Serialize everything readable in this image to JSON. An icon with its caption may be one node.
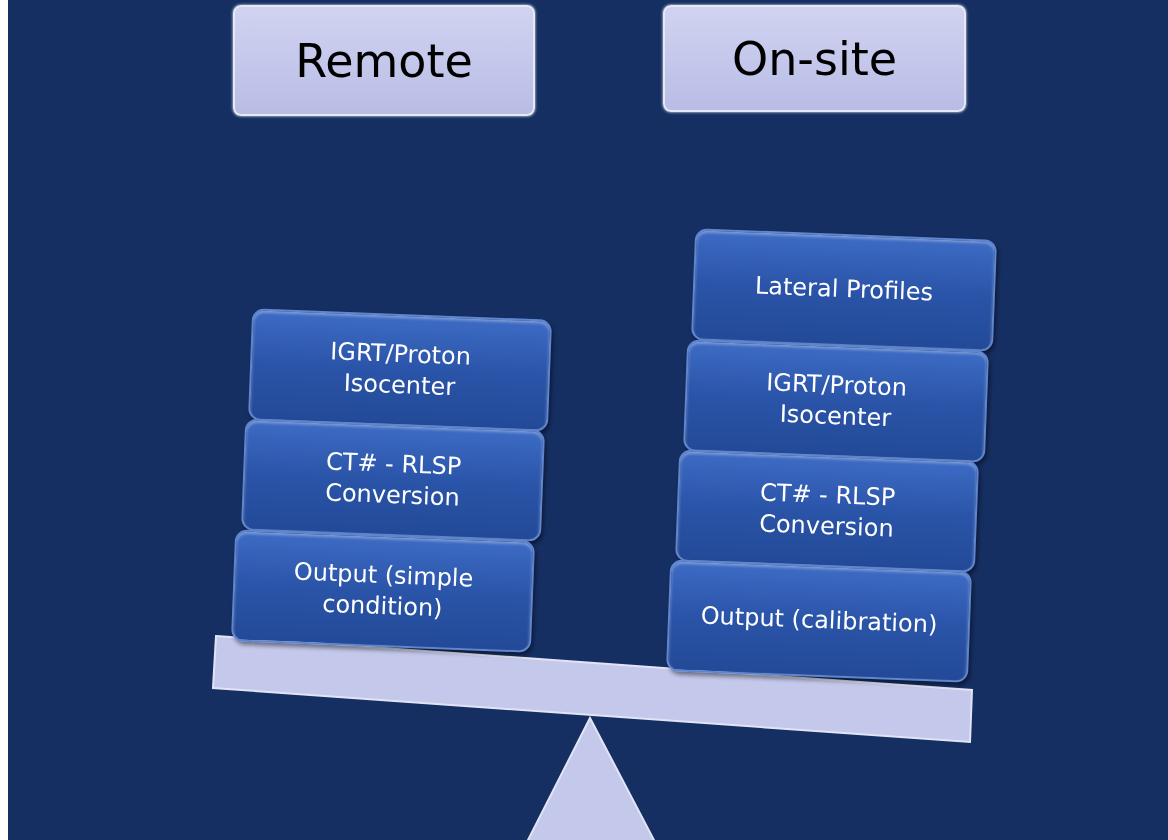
{
  "diagram": {
    "nodes": [
      {
        "text": [
          "Remote"
        ]
      },
      {
        "text": [
          "On-site"
        ]
      },
      {
        "text": [
          "IGRT/Proton Isocenter"
        ]
      },
      {
        "text": [
          "CT# - RLSP Conversion"
        ]
      },
      {
        "text": [
          "Output (simple condition)"
        ]
      },
      {
        "text": [
          "Lateral Profiles"
        ]
      },
      {
        "text": [
          "IGRT/Proton Isocenter"
        ]
      },
      {
        "text": [
          "CT# - RLSP Conversion"
        ]
      },
      {
        "text": [
          "Output (calibration)"
        ]
      }
    ]
  }
}
